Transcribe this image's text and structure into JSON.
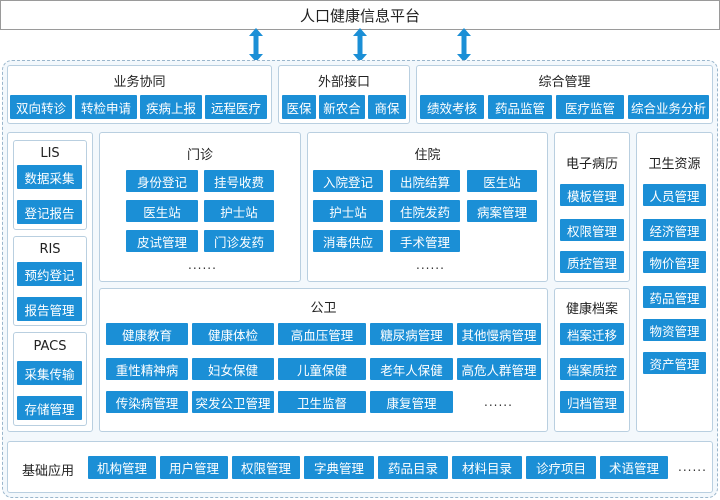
{
  "platform": {
    "title": "人口健康信息平台"
  },
  "top": {
    "business": {
      "title": "业务协同",
      "items": [
        "双向转诊",
        "转检申请",
        "疾病上报",
        "远程医疗"
      ]
    },
    "external": {
      "title": "外部接口",
      "items": [
        "医保",
        "新农合",
        "商保"
      ]
    },
    "management": {
      "title": "综合管理",
      "items": [
        "绩效考核",
        "药品监管",
        "医疗监管",
        "综合业务分析"
      ]
    }
  },
  "left": {
    "lis": {
      "title": "LIS",
      "items": [
        "数据采集",
        "登记报告"
      ]
    },
    "ris": {
      "title": "RIS",
      "items": [
        "预约登记",
        "报告管理"
      ]
    },
    "pacs": {
      "title": "PACS",
      "items": [
        "采集传输",
        "存储管理"
      ]
    }
  },
  "outpatient": {
    "title": "门诊",
    "items": [
      "身份登记",
      "挂号收费",
      "医生站",
      "护士站",
      "皮试管理",
      "门诊发药"
    ],
    "more": "......"
  },
  "inpatient": {
    "title": "住院",
    "items": [
      "入院登记",
      "出院结算",
      "医生站",
      "护士站",
      "住院发药",
      "病案管理",
      "消毒供应",
      "手术管理"
    ],
    "more": "......"
  },
  "public_health": {
    "title": "公卫",
    "items": [
      "健康教育",
      "健康体检",
      "高血压管理",
      "糖尿病管理",
      "其他慢病管理",
      "重性精神病",
      "妇女保健",
      "儿童保健",
      "老年人保健",
      "高危人群管理",
      "传染病管理",
      "突发公卫管理",
      "卫生监督",
      "康复管理"
    ],
    "more": "......"
  },
  "emr": {
    "title": "电子病历",
    "items": [
      "模板管理",
      "权限管理",
      "质控管理"
    ]
  },
  "health_record": {
    "title": "健康档案",
    "items": [
      "档案迁移",
      "档案质控",
      "归档管理"
    ]
  },
  "health_resource": {
    "title": "卫生资源",
    "items": [
      "人员管理",
      "经济管理",
      "物价管理",
      "药品管理",
      "物资管理",
      "资产管理"
    ]
  },
  "basic": {
    "title": "基础应用",
    "items": [
      "机构管理",
      "用户管理",
      "权限管理",
      "字典管理",
      "药品目录",
      "材料目录",
      "诊疗项目",
      "术语管理"
    ],
    "more": "......"
  },
  "colors": {
    "accent": "#1b8fd6",
    "panel_border": "#b9cfe0"
  }
}
